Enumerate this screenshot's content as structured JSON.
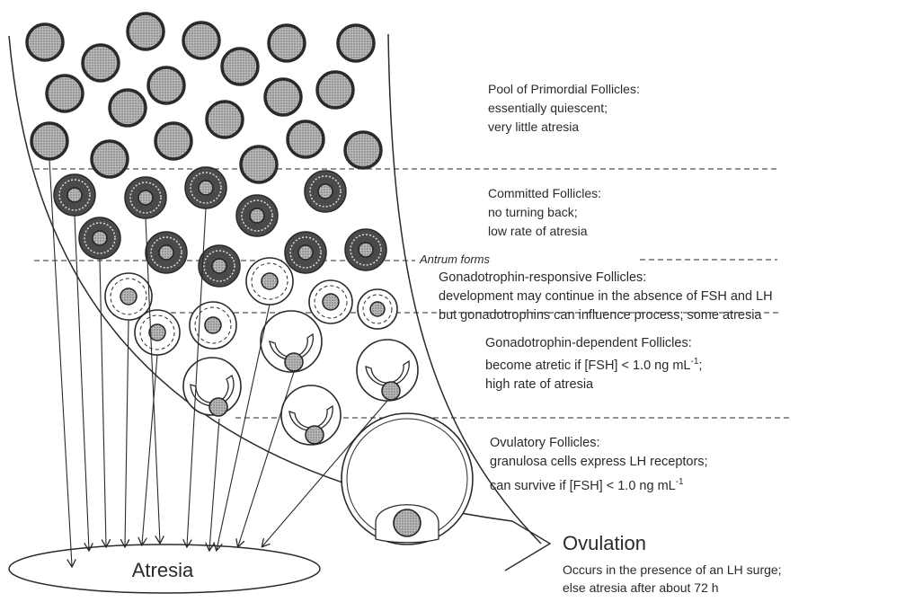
{
  "stages": {
    "primordial": {
      "title": "Pool of Primordial Follicles:",
      "lines": [
        "essentially quiescent;",
        "very little atresia"
      ]
    },
    "committed": {
      "title": "Committed Follicles:",
      "lines": [
        "no turning back;",
        "low rate of atresia"
      ]
    },
    "antrum_label": "Antrum forms",
    "responsive": {
      "title": "Gonadotrophin-responsive Follicles:",
      "lines": [
        "development may continue in the absence of FSH and LH",
        "but gonadotrophins can influence process; some atresia"
      ]
    },
    "dependent": {
      "title": "Gonadotrophin-dependent Follicles:",
      "line1_main": "become atretic if [FSH] < 1.0 ng mL",
      "line1_sup": "-1",
      "line1_end": ";",
      "line2": "high rate of atresia"
    },
    "ovulatory": {
      "title": "Ovulatory Follicles:",
      "line1": "granulosa cells express LH receptors;",
      "line2_main": "can survive if [FSH] < 1.0 ng mL",
      "line2_sup": "-1"
    }
  },
  "outcomes": {
    "atresia_label": "Atresia",
    "ovulation_label": "Ovulation",
    "ovulation_notes": [
      "Occurs in the presence of an LH surge;",
      "else atresia after about 72 h"
    ]
  },
  "colors": {
    "ink": "#2a2a2a",
    "primordial_fill": "#a9a9a9",
    "committed_fill": "#4a4a4a",
    "oocyte_fill": "#9a9a9a"
  }
}
